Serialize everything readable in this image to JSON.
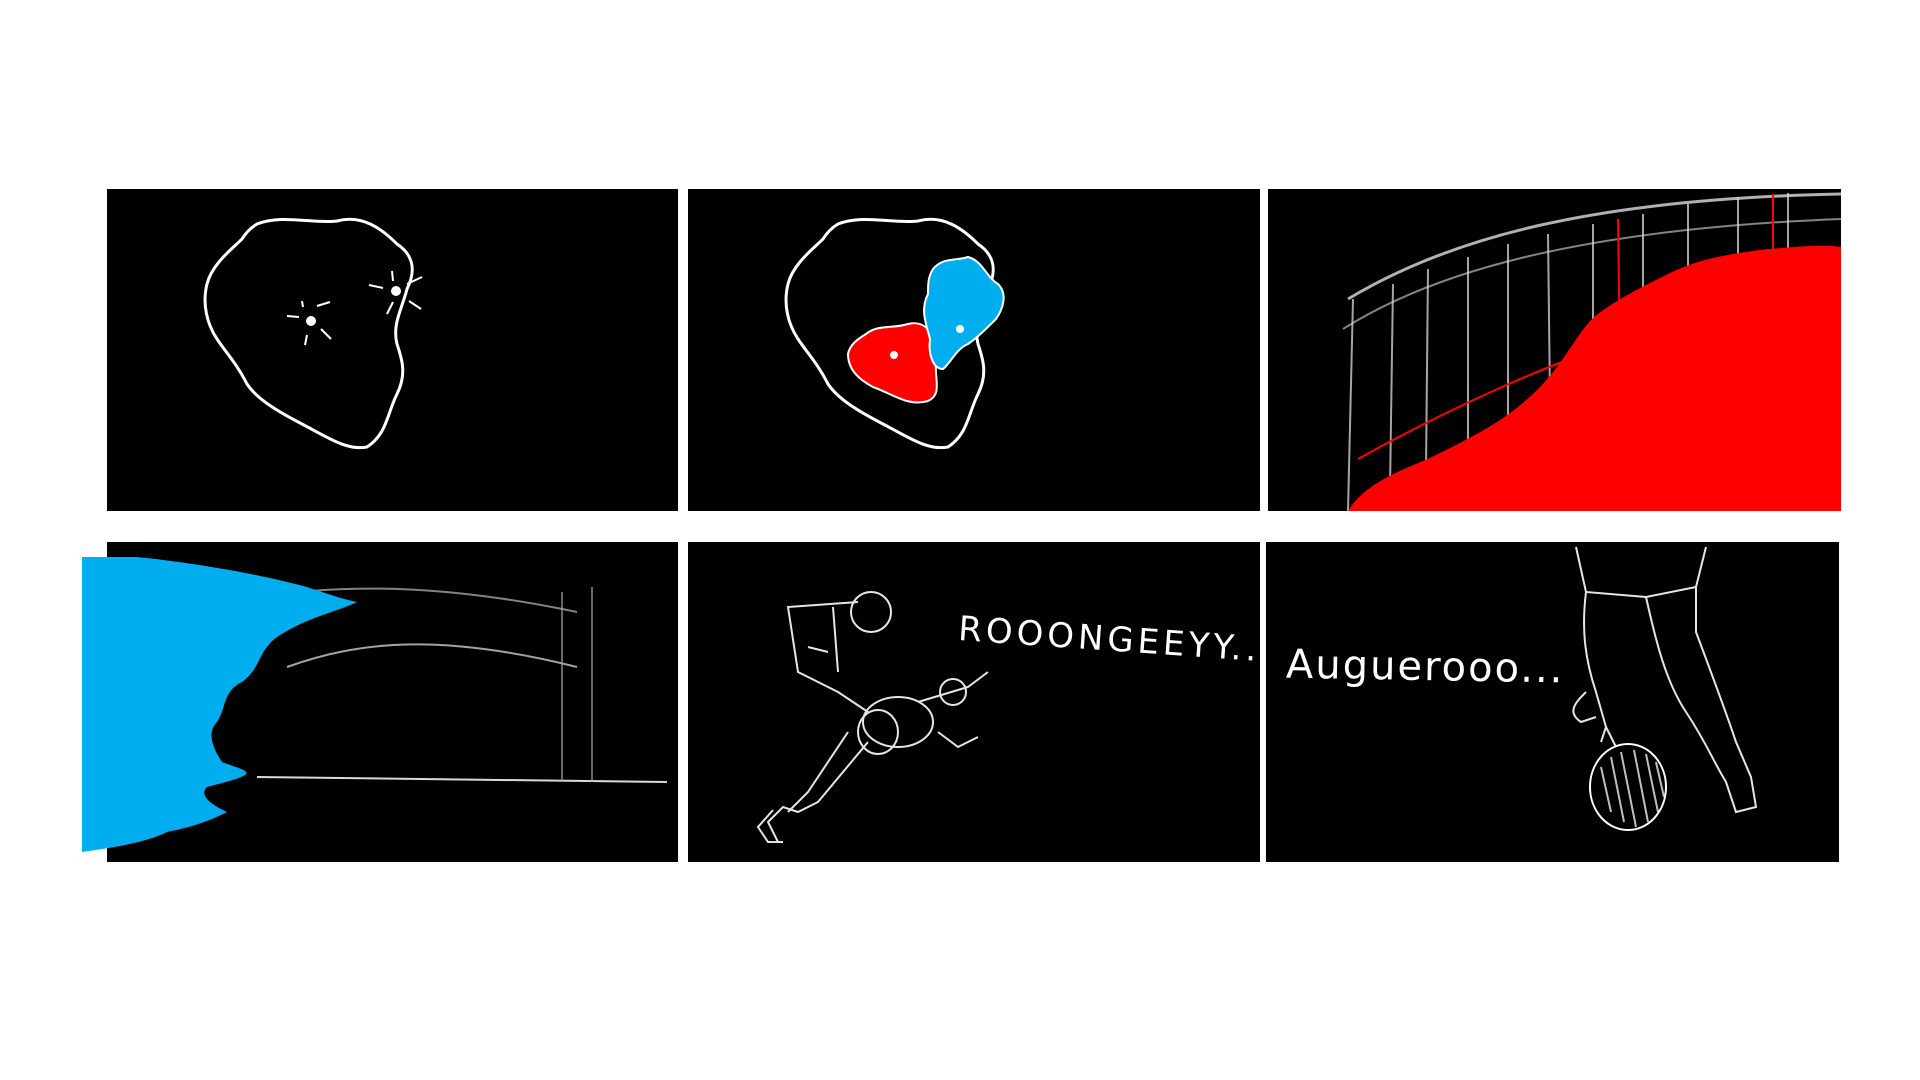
{
  "storyboard": {
    "panels": [
      {
        "id": "panel-1",
        "content": "brain-outline-with-two-sparks"
      },
      {
        "id": "panel-2",
        "content": "brain-outline-with-red-and-blue-regions"
      },
      {
        "id": "panel-3",
        "content": "stadium-stand-with-red-crowd"
      },
      {
        "id": "panel-4",
        "content": "stadium-stand-with-blue-crowd"
      },
      {
        "id": "panel-5",
        "content": "player-bicycle-kick",
        "caption": "ROOONGEEYY..."
      },
      {
        "id": "panel-6",
        "content": "player-legs-with-ball",
        "caption": "Auguerooo..."
      }
    ]
  },
  "colors": {
    "panel_background": "#000000",
    "sketch_line": "#ffffff",
    "red_team": "#ff0000",
    "blue_team": "#00aeef",
    "page_background": "#ffffff"
  }
}
